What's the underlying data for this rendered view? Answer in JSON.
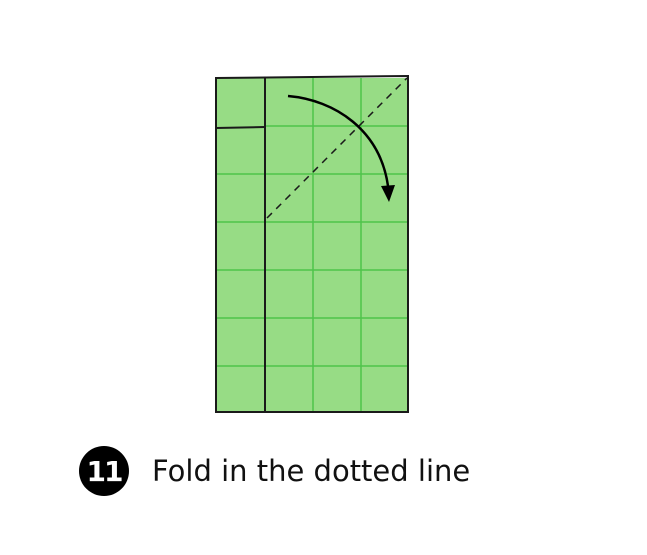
{
  "step": {
    "number": "11",
    "instruction": "Fold in the dotted line"
  },
  "diagram": {
    "paper_color": "#97dc85",
    "grid_line_color": "#4fc34a",
    "outline_color": "#1a1a1a",
    "arrow_color": "#000000",
    "fold_line_style": "dashed",
    "arrow_direction": "clockwise-down"
  }
}
